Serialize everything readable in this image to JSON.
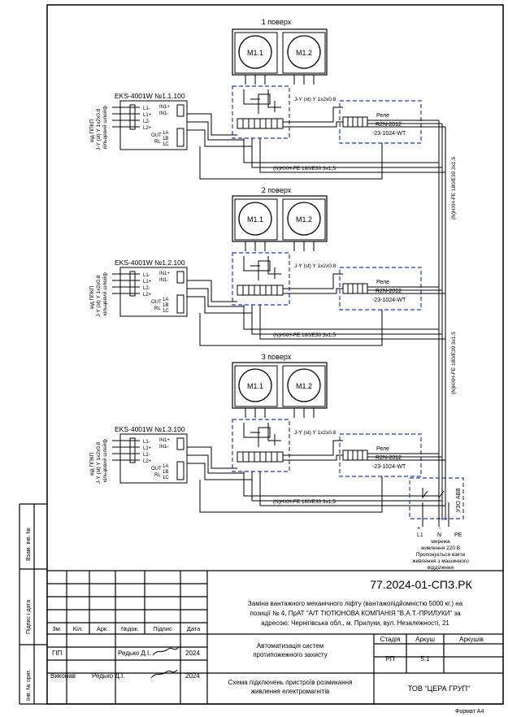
{
  "floors": [
    {
      "title": "1 поверх",
      "motor_a": "M1.1",
      "motor_b": "M1.2",
      "module": "EKS-4001W №1.1.100",
      "relay_name": "Реле",
      "relay_model_1": "R2N-2012",
      "relay_model_2": "-23-1024-WT",
      "jy_label": "J-Y (st) Y 1x2x0.8",
      "cable_label": "(N)HXH-FE 180/E30 3x1,5",
      "source_label": "від ППКП",
      "source_cable": "J-Y (st) Y 1x2x0.8",
      "source_note": "кільцевий шлейф"
    },
    {
      "title": "2 поверх",
      "motor_a": "M1.1",
      "motor_b": "M1.2",
      "module": "EKS-4001W №1.2.100",
      "relay_name": "Реле",
      "relay_model_1": "R2N-2012",
      "relay_model_2": "-23-1024-WT",
      "jy_label": "J-Y (st) Y 1x2x0.8",
      "cable_label": "(N)HXH-FE 180/E30 3x1,5",
      "source_label": "від ППКП",
      "source_cable": "J-Y (st) Y 1x2x0.8",
      "source_note": "кільцевий шлейф"
    },
    {
      "title": "3 поверх",
      "motor_a": "M1.1",
      "motor_b": "M1.2",
      "module": "EKS-4001W №1.3.100",
      "relay_name": "Реле",
      "relay_model_1": "R2N-2012",
      "relay_model_2": "-23-1024-WT",
      "jy_label": "J-Y (st) Y 1x2x0.8",
      "cable_label": "(N)HXH-FE 180/E30 3x1,5",
      "source_label": "від ППКП",
      "source_cable": "J-Y (st) Y 1x2x0.8",
      "source_note": "кільцевий шлейф"
    }
  ],
  "terminals": {
    "left": [
      "L1-",
      "L1+",
      "L2-",
      "L2+"
    ],
    "right": [
      "IN1+",
      "IN1-"
    ],
    "out": [
      "1A",
      "1B",
      "1C"
    ],
    "out_label": "OUT",
    "rl_label": "RL"
  },
  "vertical_cable_1": "(N)HXH-FE 180/E30 3x1,5",
  "vertical_cable_2": "(N)HXH-FE 180/E30 3x1,5",
  "uzo_label": "УЗО АВВ",
  "supply": {
    "terminals": [
      "L1",
      "N",
      "PE"
    ],
    "plus": "+",
    "minus": "-",
    "note_1": "мережа",
    "note_2": "живлення 220 В",
    "note_3": "Пропонується взяти",
    "note_4": "живлення з машинного",
    "note_5": "відділення"
  },
  "title_block": {
    "doc_code": "77.2024-01-СПЗ.РК",
    "description_1": "Заміна вантажного механічного ліфту (вантажопідйомністю 5000 кг.) на",
    "description_2": "позиції № 4, ПрАТ \"А/Т ТЮТЮНОВА КОМПАНІЯ \"В.А.Т.-ПРИЛУКИ\" за",
    "description_3": "адресою: Чернігівська обл., м. Прилуки, вул. Незалежності, 21",
    "col_headers": [
      "Зм.",
      "Кіл.",
      "Арк.",
      "№док.",
      "Підпис",
      "Дата"
    ],
    "system_1": "Автоматизація систем",
    "system_2": "протипожежного захисту",
    "sheet_1": "Схема підключень пристроїв розмикання",
    "sheet_2": "живлення електромагнітів",
    "stage_header": "Стадія",
    "sheet_header": "Аркуш",
    "sheets_header": "Аркушів",
    "stage_value": "РП",
    "sheet_value": "5.1",
    "sheets_value": "",
    "company": "ТОВ \"ЦЕРА ГРУП\"",
    "signers": [
      {
        "role": "ГІП",
        "name": "Редько Д.І.",
        "date": "2024"
      },
      {
        "role": "Виконав",
        "name": "Редько Д.І.",
        "date": "2024"
      }
    ],
    "side_labels": [
      "Взам. інв. №",
      "Підпис і дата",
      "Інв. № ориг."
    ],
    "format": "Формат А4"
  }
}
